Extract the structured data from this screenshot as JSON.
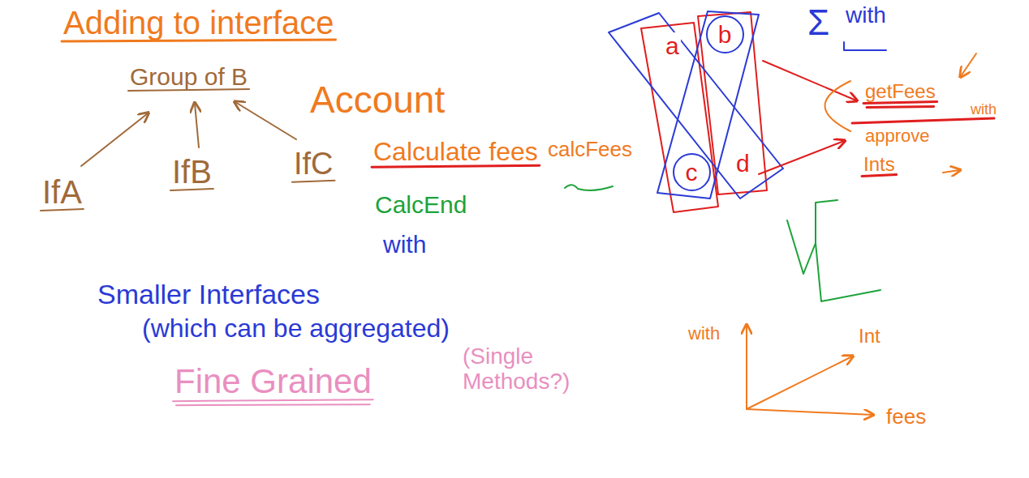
{
  "diagram": {
    "title": "Adding to interface",
    "nodes": [
      {
        "text": [
          "b"
        ]
      },
      {
        "text": [
          "c"
        ]
      }
    ],
    "labels": [
      "Group of B",
      "IfA",
      "IfB",
      "IfC",
      "Account",
      "Calculate fees",
      "calcFees",
      "CalcEnd",
      "with",
      "Smaller Interfaces",
      "(which can be aggregated)",
      "Fine Grained",
      "(Single Methods?)",
      "a",
      "d",
      "Σ",
      "with",
      "getFees",
      "with",
      "approve",
      "Ints",
      "with",
      "Int",
      "fees"
    ]
  }
}
